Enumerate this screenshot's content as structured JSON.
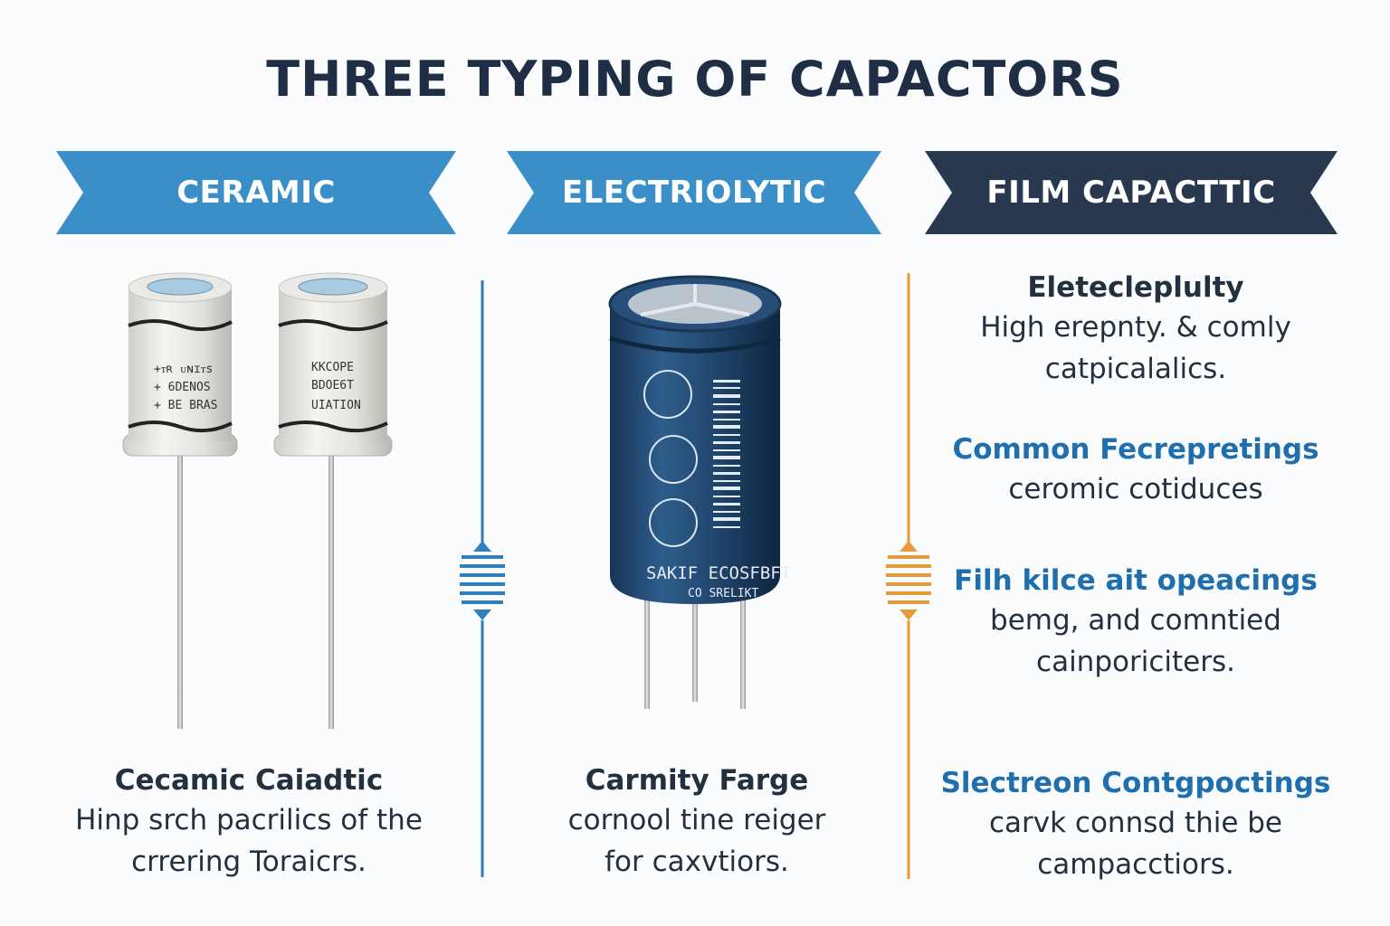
{
  "title": "THREE TYPING OF CAPACTORS",
  "colors": {
    "ribbon_blue": "#3a8fc9",
    "ribbon_dark": "#28394f",
    "accent_orange": "#e79a3a",
    "accent_blue": "#2f7fbf",
    "heading_blue": "#1f6fae"
  },
  "columns": [
    {
      "ribbon_label": "CERAMIC",
      "caps": [
        {
          "lines": [
            "+ᴛʀ ᴜɴɪᴛs",
            "+ 6DENOS",
            "+ BE BRAS"
          ]
        },
        {
          "lines": [
            "KKCOPE",
            "BDOE6T",
            "UIATION"
          ]
        }
      ],
      "caption_title": "Cecamic Caiadtic",
      "caption_line1": "Hinp srch pacrilics of the",
      "caption_line2": "crrering Toraicrs."
    },
    {
      "ribbon_label": "ELECTRIOLYTIC",
      "body_label1": "SAKIF ECOSFBFT",
      "body_label2": "CO SRELIKT",
      "caption_title": "Carmity Farge",
      "caption_line1": "cornool tine reiger",
      "caption_line2": "for caxvtiors."
    },
    {
      "ribbon_label": "FILM CAPACTTIC",
      "sections": [
        {
          "heading": "Eletecleplulty",
          "lines": [
            "High erepnty. & comly",
            "catpicalalics."
          ]
        },
        {
          "heading": "Common Fecrepretings",
          "lines": [
            "ceromic cotiduces"
          ]
        },
        {
          "heading": "Filh kilce ait opeacings",
          "lines": [
            "bemg, and comntied",
            "cainporiciters."
          ]
        },
        {
          "heading": "Slectreon Contgpoctings",
          "lines": [
            "carvk connsd thie be",
            "campacctiors."
          ]
        }
      ]
    }
  ]
}
